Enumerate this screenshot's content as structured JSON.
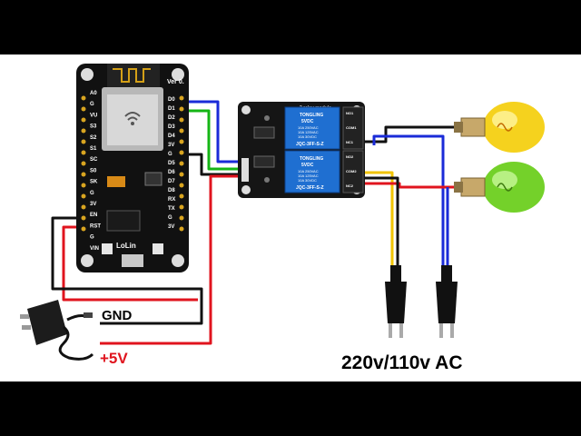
{
  "labels": {
    "gnd": "GND",
    "plus5v": "+5V",
    "ac": "220v/110v AC",
    "board_ver": "Ver 0.",
    "board_brand": "LoLin",
    "relay_header": "2 relay module",
    "relay1_brand": "TONGLING",
    "relay2_brand": "TONGLING",
    "relay1_volt": "5VDC",
    "relay2_volt": "5VDC",
    "relay1_spec1": "10A 250VAC",
    "relay1_spec2": "10A 125VAC",
    "relay1_spec3": "10A 30VDC",
    "relay2_spec1": "10A 250VAC",
    "relay2_spec2": "10A 125VAC",
    "relay2_spec3": "10A 30VDC",
    "relay1_model": "JQC-3FF-S-Z",
    "relay2_model": "JQC-3FF-S-Z",
    "pins_left": [
      "A0",
      "G",
      "VU",
      "S3",
      "S2",
      "S1",
      "SC",
      "S0",
      "SK",
      "G",
      "3V",
      "EN",
      "RST",
      "G",
      "VIN"
    ],
    "pins_right": [
      "D0",
      "D1",
      "D2",
      "D3",
      "D4",
      "3V",
      "G",
      "D5",
      "D6",
      "D7",
      "D8",
      "RX",
      "TX",
      "G",
      "3V"
    ],
    "relay_terms": [
      "NO1",
      "COM1",
      "NC1",
      "NO2",
      "COM2",
      "NC2"
    ]
  },
  "colors": {
    "background": "#ffffff",
    "frame": "#000000",
    "wire_blue": "#1a2bd8",
    "wire_green": "#15b515",
    "wire_red": "#e0141e",
    "wire_black": "#111111",
    "wire_yellow": "#f2c400",
    "relay_blue": "#1f6fd1",
    "bulb_yellow": "#f5d21e",
    "bulb_green": "#74d12a",
    "plus5v_text": "#e0141e"
  },
  "icons": [
    "nodemcu-board-icon",
    "wifi-module-icon",
    "relay-module-icon",
    "light-bulb-icon",
    "power-plug-icon",
    "power-adapter-icon"
  ]
}
